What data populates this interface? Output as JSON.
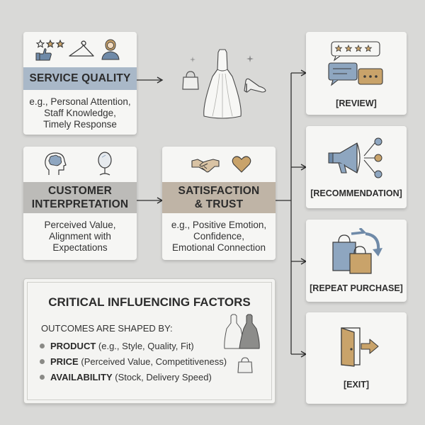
{
  "service_quality": {
    "title": "SERVICE QUALITY",
    "desc": "e.g., Personal Attention,\nStaff Knowledge,\nTimely Response",
    "icons": [
      "stars-thumbs-up-icon",
      "hanger-icon",
      "staff-person-icon"
    ],
    "band_color": "#a9b8c8"
  },
  "customer_interpretation": {
    "title": "CUSTOMER\nINTERPRETATION",
    "desc": "Perceived Value,\nAlignment with\nExpectations",
    "icons": [
      "head-brain-icon",
      "mirror-icon"
    ],
    "band_color": "#bcbbb8"
  },
  "satisfaction_trust": {
    "title": "SATISFACTION\n& TRUST",
    "desc": "e.g., Positive Emotion,\nConfidence,\nEmotional Connection",
    "icons": [
      "handshake-icon",
      "heart-icon"
    ],
    "band_color": "#bfb4a6"
  },
  "fashion_illustration": {
    "icons": [
      "handbag-icon",
      "gown-icon",
      "high-heel-icon"
    ]
  },
  "outcomes": [
    {
      "label": "[REVIEW]",
      "icon": "review-chat-icon"
    },
    {
      "label": "[RECOMMENDATION]",
      "icon": "megaphone-share-icon"
    },
    {
      "label": "[REPEAT PURCHASE]",
      "icon": "shopping-bags-cycle-icon"
    },
    {
      "label": "[EXIT]",
      "icon": "exit-door-icon"
    }
  ],
  "factors": {
    "title": "CRITICAL INFLUENCING FACTORS",
    "intro": "OUTCOMES ARE SHAPED BY:",
    "items": [
      {
        "name": "PRODUCT",
        "detail": "(e.g., Style, Quality, Fit)"
      },
      {
        "name": "PRICE",
        "detail": "(Perceived Value, Competitiveness)"
      },
      {
        "name": "AVAILABILITY",
        "detail": "(Stock, Delivery Speed)"
      }
    ],
    "icons": [
      "dresses-icon",
      "handbag-icon"
    ]
  },
  "colors": {
    "background": "#d9d9d7",
    "card": "#f6f6f4",
    "accent_blue": "#6f8aa8",
    "accent_tan": "#c9a36a",
    "stroke": "#3a3a3a"
  }
}
